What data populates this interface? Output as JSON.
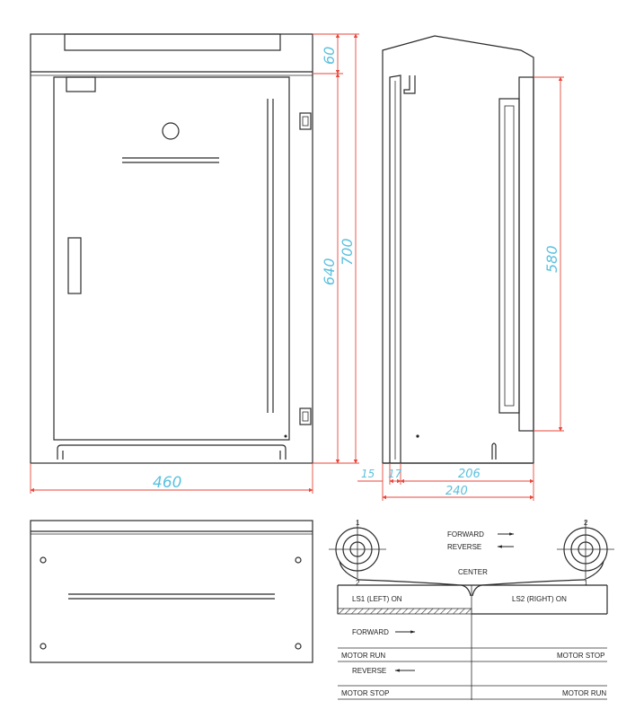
{
  "front_view": {
    "dims": {
      "top_band": "60",
      "door": "640",
      "overall_height": "700",
      "width": "460"
    }
  },
  "side_view": {
    "dims": {
      "height": "580",
      "left_gap": "15",
      "door_gap": "17",
      "depth": "206",
      "overall_depth": "240"
    }
  },
  "limit_switch_diagram": {
    "left_reel_top_num": "1",
    "left_reel_bottom_num": "2",
    "right_reel_top_num": "2",
    "right_reel_bottom_num": "1",
    "forward_label": "FORWARD",
    "reverse_label": "REVERSE",
    "center_label": "CENTER",
    "ls1_label": "LS1 (LEFT) ON",
    "ls2_label": "LS2 (RIGHT) ON",
    "rows": {
      "forward": "FORWARD",
      "motor_run_left": "MOTOR RUN",
      "motor_stop_right": "MOTOR STOP",
      "reverse": "REVERSE",
      "motor_stop_left": "MOTOR STOP",
      "motor_run_right": "MOTOR RUN"
    }
  }
}
